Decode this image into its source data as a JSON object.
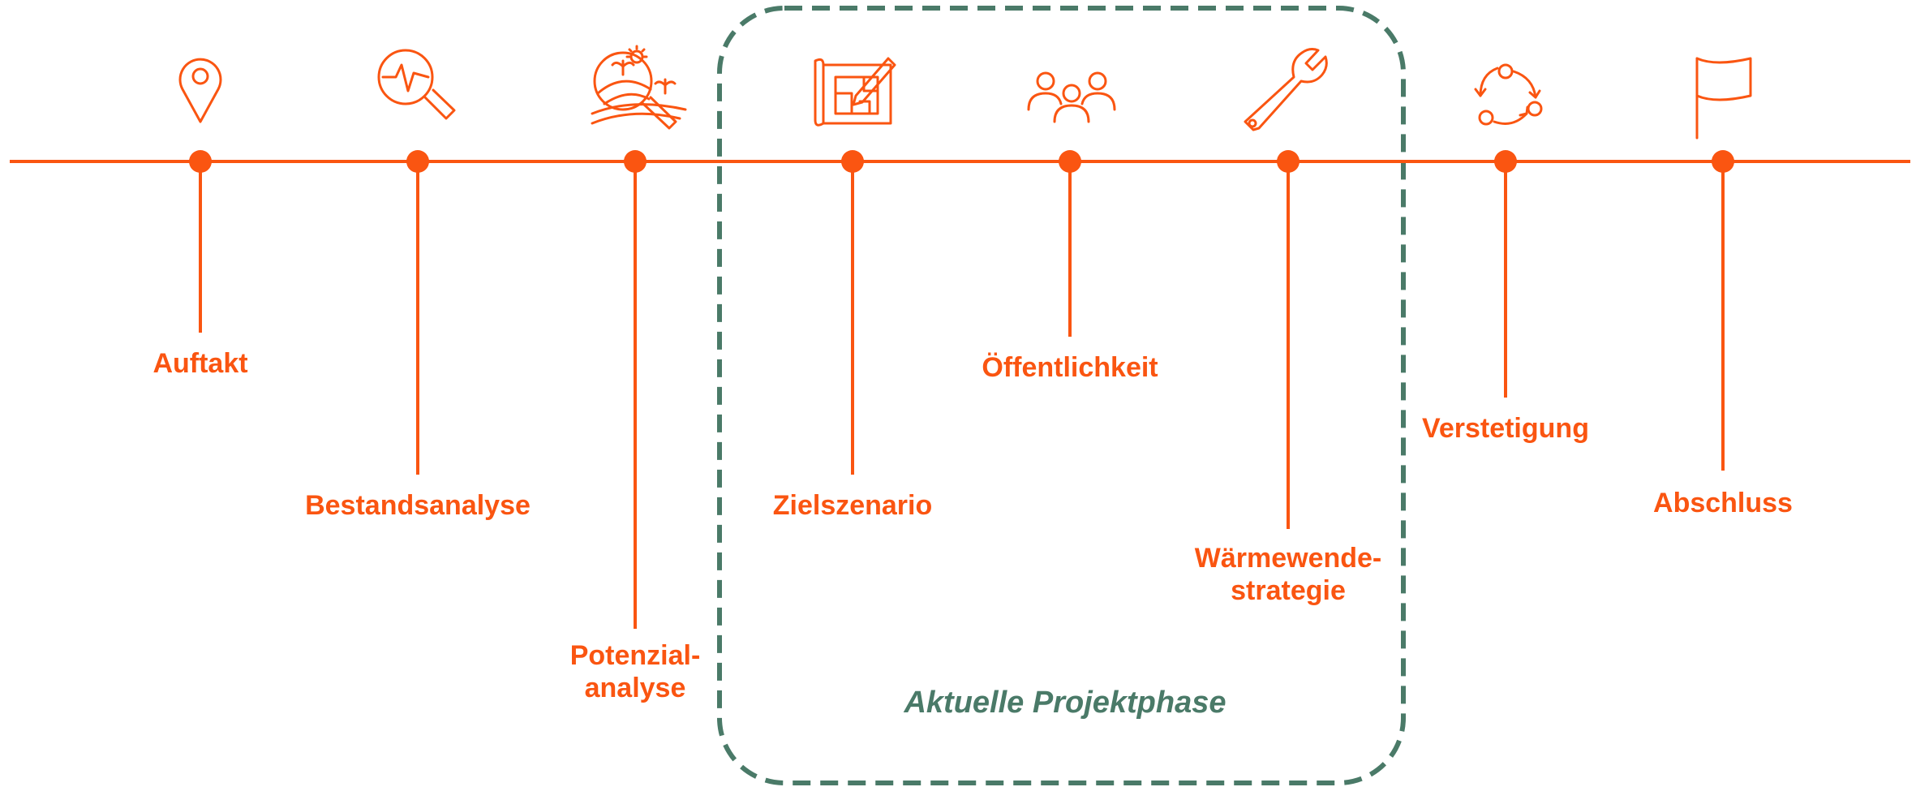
{
  "colors": {
    "accent": "#fa5511",
    "phase": "#4a7a68"
  },
  "steps": [
    {
      "id": "auftakt",
      "label_lines": [
        "Auftakt"
      ],
      "icon": "location-pin-icon"
    },
    {
      "id": "bestand",
      "label_lines": [
        "Bestandsanalyse"
      ],
      "icon": "magnifier-pulse-icon"
    },
    {
      "id": "potenzial",
      "label_lines": [
        "Potenzial-",
        "analyse"
      ],
      "icon": "landscape-magnifier-icon"
    },
    {
      "id": "zielszenario",
      "label_lines": [
        "Zielszenario"
      ],
      "icon": "blueprint-pencil-icon"
    },
    {
      "id": "oeffentlich",
      "label_lines": [
        "Öffentlichkeit"
      ],
      "icon": "people-group-icon"
    },
    {
      "id": "strategie",
      "label_lines": [
        "Wärmewende-",
        "strategie"
      ],
      "icon": "wrench-icon"
    },
    {
      "id": "verstetigung",
      "label_lines": [
        "Verstetigung"
      ],
      "icon": "cycle-arrows-icon"
    },
    {
      "id": "abschluss",
      "label_lines": [
        "Abschluss"
      ],
      "icon": "flag-icon"
    }
  ],
  "current_phase": {
    "label": "Aktuelle Projektphase"
  }
}
